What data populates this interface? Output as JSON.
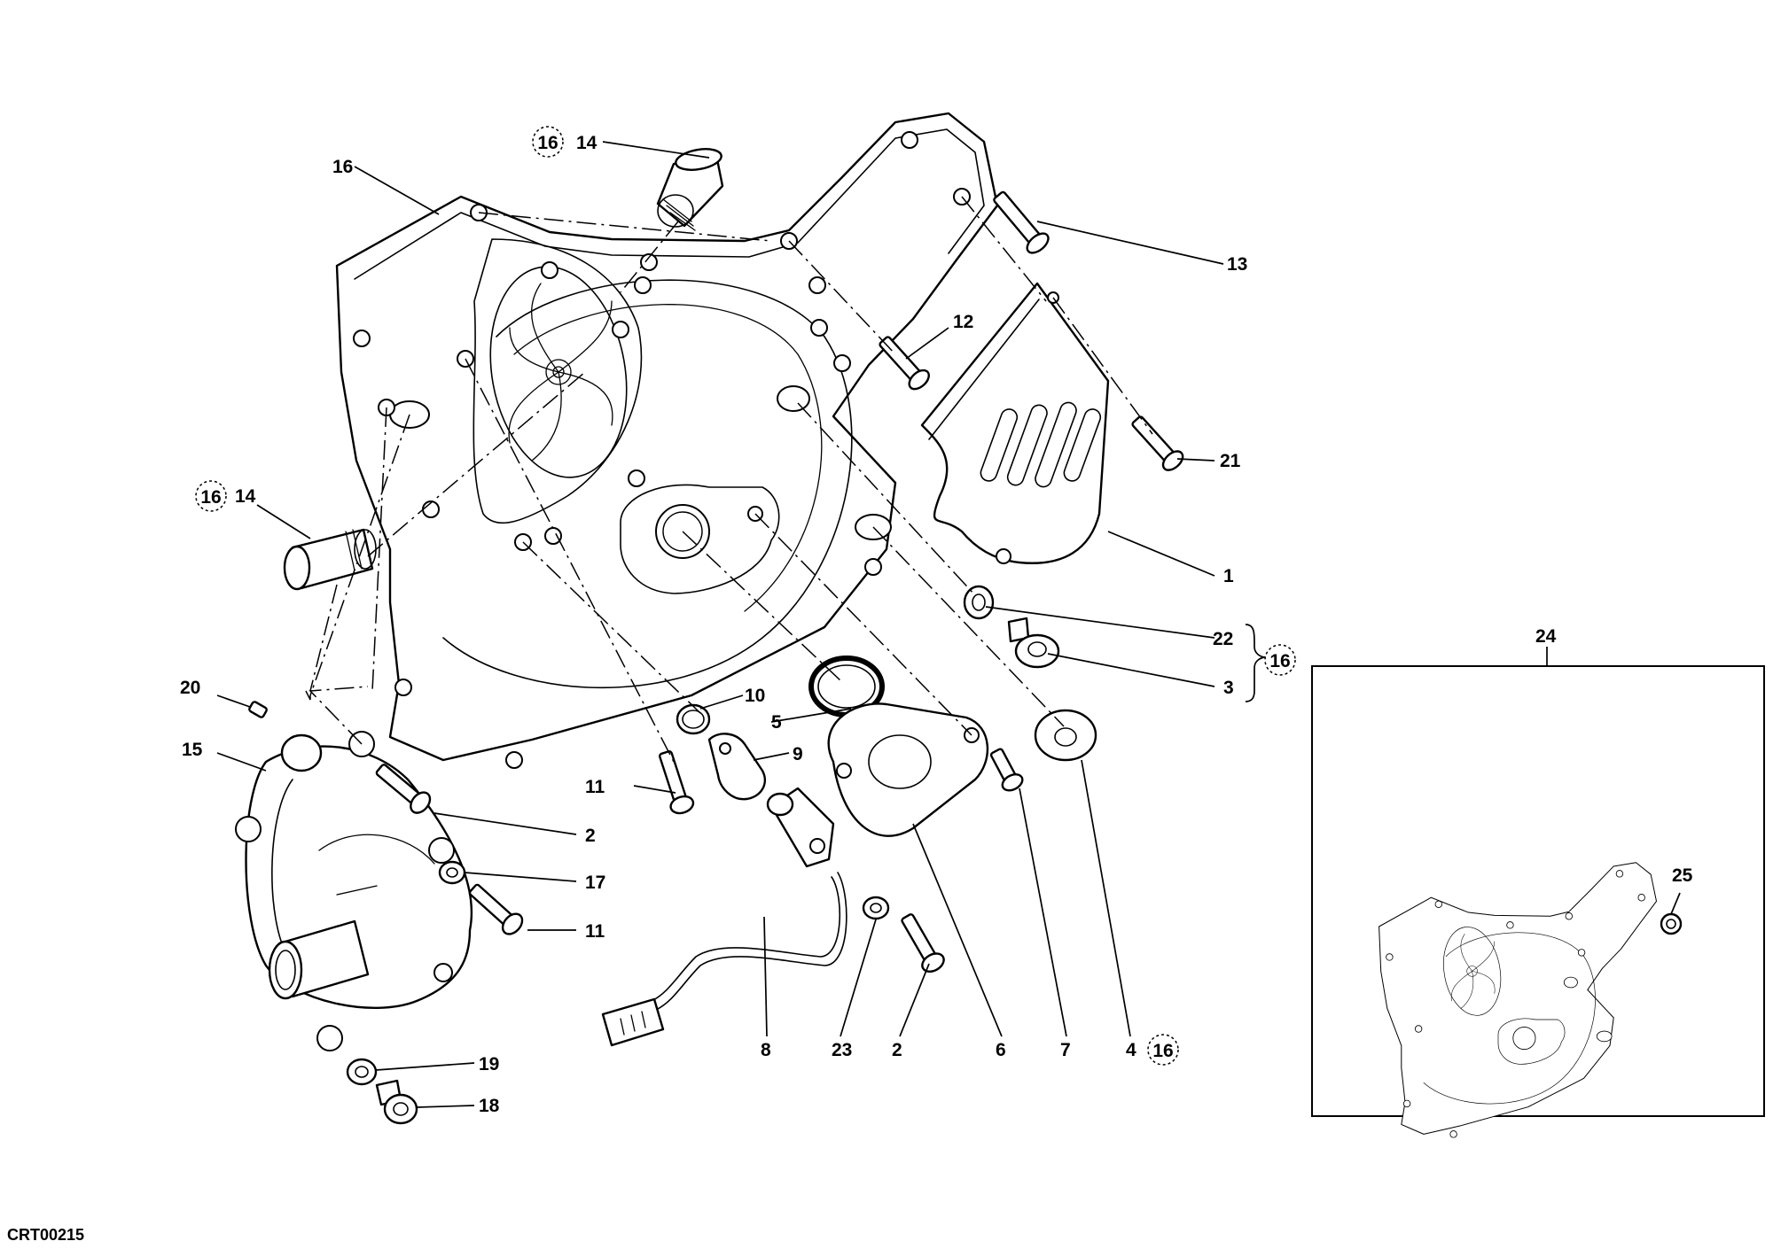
{
  "diagram": {
    "drawing_code": "CRT00215",
    "ref_number": "16",
    "callouts": {
      "c1": "1",
      "c2a": "2",
      "c2b": "2",
      "c3": "3",
      "c4": "4",
      "c5": "5",
      "c6": "6",
      "c7": "7",
      "c8": "8",
      "c9": "9",
      "c10": "10",
      "c11a": "11",
      "c11b": "11",
      "c12": "12",
      "c13": "13",
      "c14a": "14",
      "c14b": "14",
      "c15": "15",
      "c16": "16",
      "c17": "17",
      "c18": "18",
      "c19": "19",
      "c20": "20",
      "c21": "21",
      "c22": "22",
      "c23": "23",
      "c24": "24",
      "c25": "25"
    }
  }
}
